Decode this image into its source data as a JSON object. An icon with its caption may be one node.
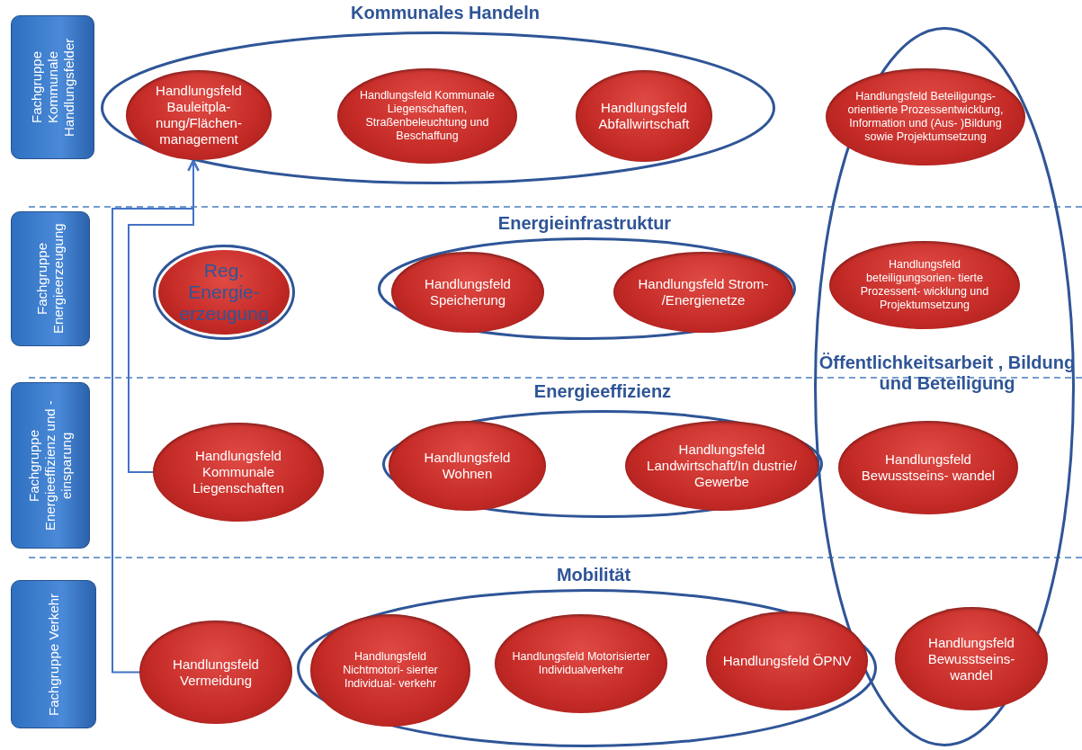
{
  "diagram": {
    "nodes": [
      {
        "text": [
          "Fachgruppe Kommunale Handlungsfelder"
        ]
      },
      {
        "text": [
          "Kommunales Handeln"
        ]
      },
      {
        "text": [
          "Handlungsfeld Bauleitpla- nung/Flächen- management"
        ],
        "in": 1
      },
      {
        "text": [
          "Handlungsfeld Kommunale Liegenschaften, Straßenbeleuchtung und Beschaffung"
        ],
        "in": 1
      },
      {
        "text": [
          "Handlungsfeld Abfallwirtschaft"
        ],
        "in": 1
      },
      {
        "text": [
          "Öffentlichkeitsarbeit , Bildung und Beteiligung"
        ]
      },
      {
        "text": [
          "Handlungsfeld Beteiligungs-orientierte Prozessentwicklung, Information und (Aus- )Bildung sowie Projektumsetzung"
        ],
        "in": 5
      },
      {
        "text": [
          "Fachgruppe Energieerzeugung"
        ]
      },
      {
        "text": [
          "Reg. Energie- erzeugung"
        ]
      },
      {
        "text": [
          "Energieinfrastruktur"
        ]
      },
      {
        "text": [
          "Handlungsfeld Speicherung"
        ],
        "in": 9
      },
      {
        "text": [
          "Handlungsfeld Strom- /Energienetze"
        ],
        "in": 9
      },
      {
        "text": [
          "Handlungsfeld beteiligungsorien- tierte Prozessent- wicklung und Projektumsetzung"
        ],
        "in": 5
      },
      {
        "text": [
          "Fachgruppe Energieeffizienz und -einsparung"
        ]
      },
      {
        "text": [
          "Handlungsfeld Kommunale Liegenschaften"
        ]
      },
      {
        "text": [
          "Energieeffizienz"
        ]
      },
      {
        "text": [
          "Handlungsfeld Wohnen"
        ],
        "in": 15
      },
      {
        "text": [
          "Handlungsfeld Landwirtschaft/In dustrie/ Gewerbe"
        ],
        "in": 15
      },
      {
        "text": [
          "Handlungsfeld Bewusstseins- wandel"
        ],
        "in": 5
      },
      {
        "text": [
          "Fachgruppe Verkehr"
        ]
      },
      {
        "text": [
          "Handlungsfeld Vermeidung"
        ]
      },
      {
        "text": [
          "Mobilität"
        ]
      },
      {
        "text": [
          "Handlungsfeld Nichtmotori- sierter Individual- verkehr"
        ],
        "in": 21
      },
      {
        "text": [
          "Handlungsfeld Motorisierter Individualverkehr"
        ],
        "in": 21
      },
      {
        "text": [
          "Handlungsfeld ÖPNV"
        ],
        "in": 21
      },
      {
        "text": [
          "Handlungsfeld Bewusstseins- wandel"
        ],
        "in": 5
      }
    ],
    "edges": [
      {
        "from": 14,
        "to": 1,
        "arrow": "to"
      },
      {
        "from": 20,
        "to": 1,
        "arrow": "to"
      }
    ]
  }
}
